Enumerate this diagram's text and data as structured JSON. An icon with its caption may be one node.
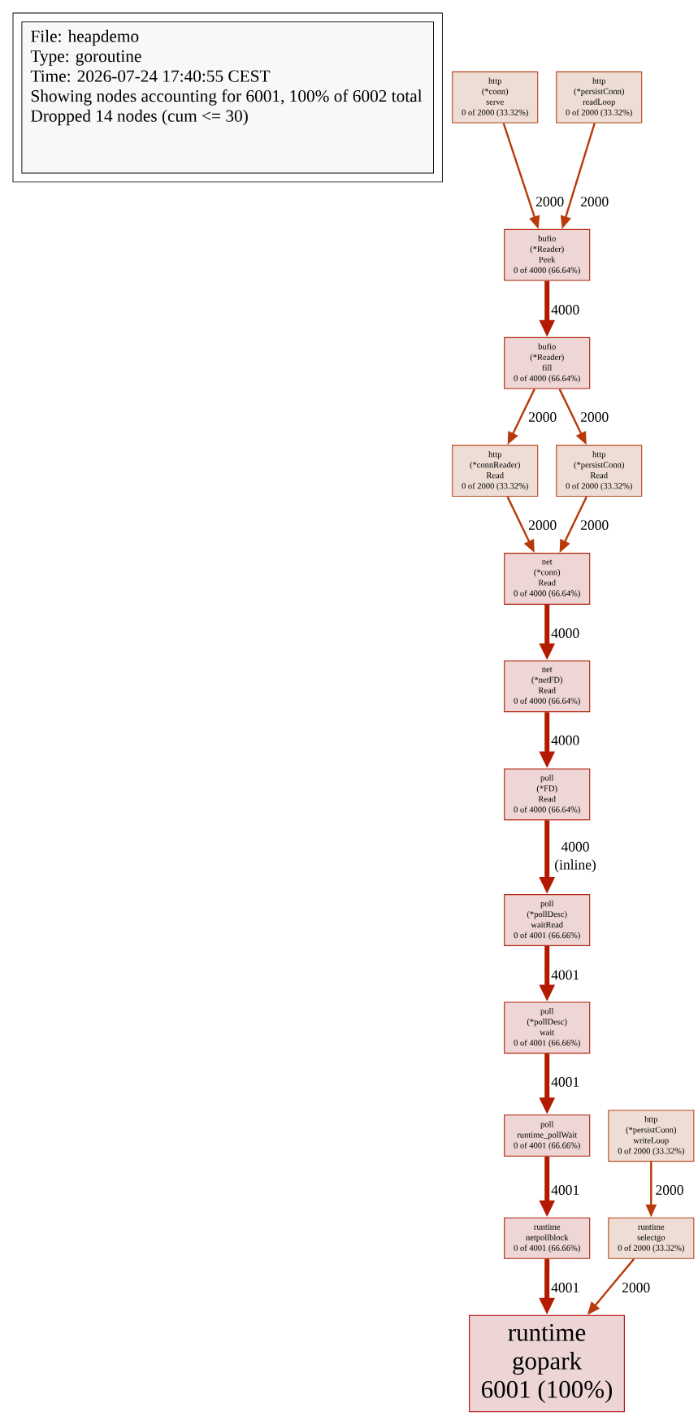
{
  "diagram": {
    "nodes": [
      {
        "text": [
          "File: heapdemo",
          "Type: goroutine",
          "Time: 2026-07-24 17:40:55 CEST",
          "Showing nodes accounting for 6001, 100% of 6002 total",
          "Dropped 14 nodes (cum <= 30)"
        ]
      },
      {
        "text": [
          "http",
          "(*conn)",
          "serve",
          "0 of 2000 (33.32%)"
        ]
      },
      {
        "text": [
          "http",
          "(*persistConn)",
          "readLoop",
          "0 of 2000 (33.32%)"
        ]
      },
      {
        "text": [
          "bufio",
          "(*Reader)",
          "Peek",
          "0 of 4000 (66.64%)"
        ]
      },
      {
        "text": [
          "bufio",
          "(*Reader)",
          "fill",
          "0 of 4000 (66.64%)"
        ]
      },
      {
        "text": [
          "http",
          "(*connReader)",
          "Read",
          "0 of 2000 (33.32%)"
        ]
      },
      {
        "text": [
          "http",
          "(*persistConn)",
          "Read",
          "0 of 2000 (33.32%)"
        ]
      },
      {
        "text": [
          "net",
          "(*conn)",
          "Read",
          "0 of 4000 (66.64%)"
        ]
      },
      {
        "text": [
          "net",
          "(*netFD)",
          "Read",
          "0 of 4000 (66.64%)"
        ]
      },
      {
        "text": [
          "poll",
          "(*FD)",
          "Read",
          "0 of 4000 (66.64%)"
        ]
      },
      {
        "text": [
          "poll",
          "(*pollDesc)",
          "waitRead",
          "0 of 4001 (66.66%)"
        ]
      },
      {
        "text": [
          "poll",
          "(*pollDesc)",
          "wait",
          "0 of 4001 (66.66%)"
        ]
      },
      {
        "text": [
          "poll",
          "runtime_pollWait",
          "0 of 4001 (66.66%)"
        ]
      },
      {
        "text": [
          "http",
          "(*persistConn)",
          "writeLoop",
          "0 of 2000 (33.32%)"
        ]
      },
      {
        "text": [
          "runtime",
          "netpollblock",
          "0 of 4001 (66.66%)"
        ]
      },
      {
        "text": [
          "runtime",
          "selectgo",
          "0 of 2000 (33.32%)"
        ]
      },
      {
        "text": [
          "runtime",
          "gopark",
          "6001 (100%)"
        ]
      }
    ],
    "edges": [
      {
        "from": 1,
        "to": 3,
        "arrow": "to",
        "label": "2000"
      },
      {
        "from": 2,
        "to": 3,
        "arrow": "to",
        "label": "2000"
      },
      {
        "from": 3,
        "to": 4,
        "arrow": "to",
        "label": "4000",
        "style": "thick",
        "color": "#b31a00"
      },
      {
        "from": 4,
        "to": 5,
        "arrow": "to",
        "label": "2000"
      },
      {
        "from": 4,
        "to": 6,
        "arrow": "to",
        "label": "2000"
      },
      {
        "from": 5,
        "to": 7,
        "arrow": "to",
        "label": "2000"
      },
      {
        "from": 6,
        "to": 7,
        "arrow": "to",
        "label": "2000"
      },
      {
        "from": 7,
        "to": 8,
        "arrow": "to",
        "label": "4000",
        "style": "thick",
        "color": "#b31a00"
      },
      {
        "from": 8,
        "to": 9,
        "arrow": "to",
        "label": "4000",
        "style": "thick",
        "color": "#b31a00"
      },
      {
        "from": 9,
        "to": 10,
        "arrow": "to",
        "label": "4000 (inline)",
        "style": "thick",
        "color": "#b31a00"
      },
      {
        "from": 10,
        "to": 11,
        "arrow": "to",
        "label": "4001",
        "style": "thick",
        "color": "#b31a00"
      },
      {
        "from": 11,
        "to": 12,
        "arrow": "to",
        "label": "4001",
        "style": "thick",
        "color": "#b31a00"
      },
      {
        "from": 12,
        "to": 14,
        "arrow": "to",
        "label": "4001",
        "style": "thick",
        "color": "#b31a00"
      },
      {
        "from": 13,
        "to": 15,
        "arrow": "to",
        "label": "2000"
      },
      {
        "from": 14,
        "to": 16,
        "arrow": "to",
        "label": "4001",
        "style": "thick",
        "color": "#b31a00"
      },
      {
        "from": 15,
        "to": 16,
        "arrow": "to",
        "label": "2000"
      }
    ]
  }
}
